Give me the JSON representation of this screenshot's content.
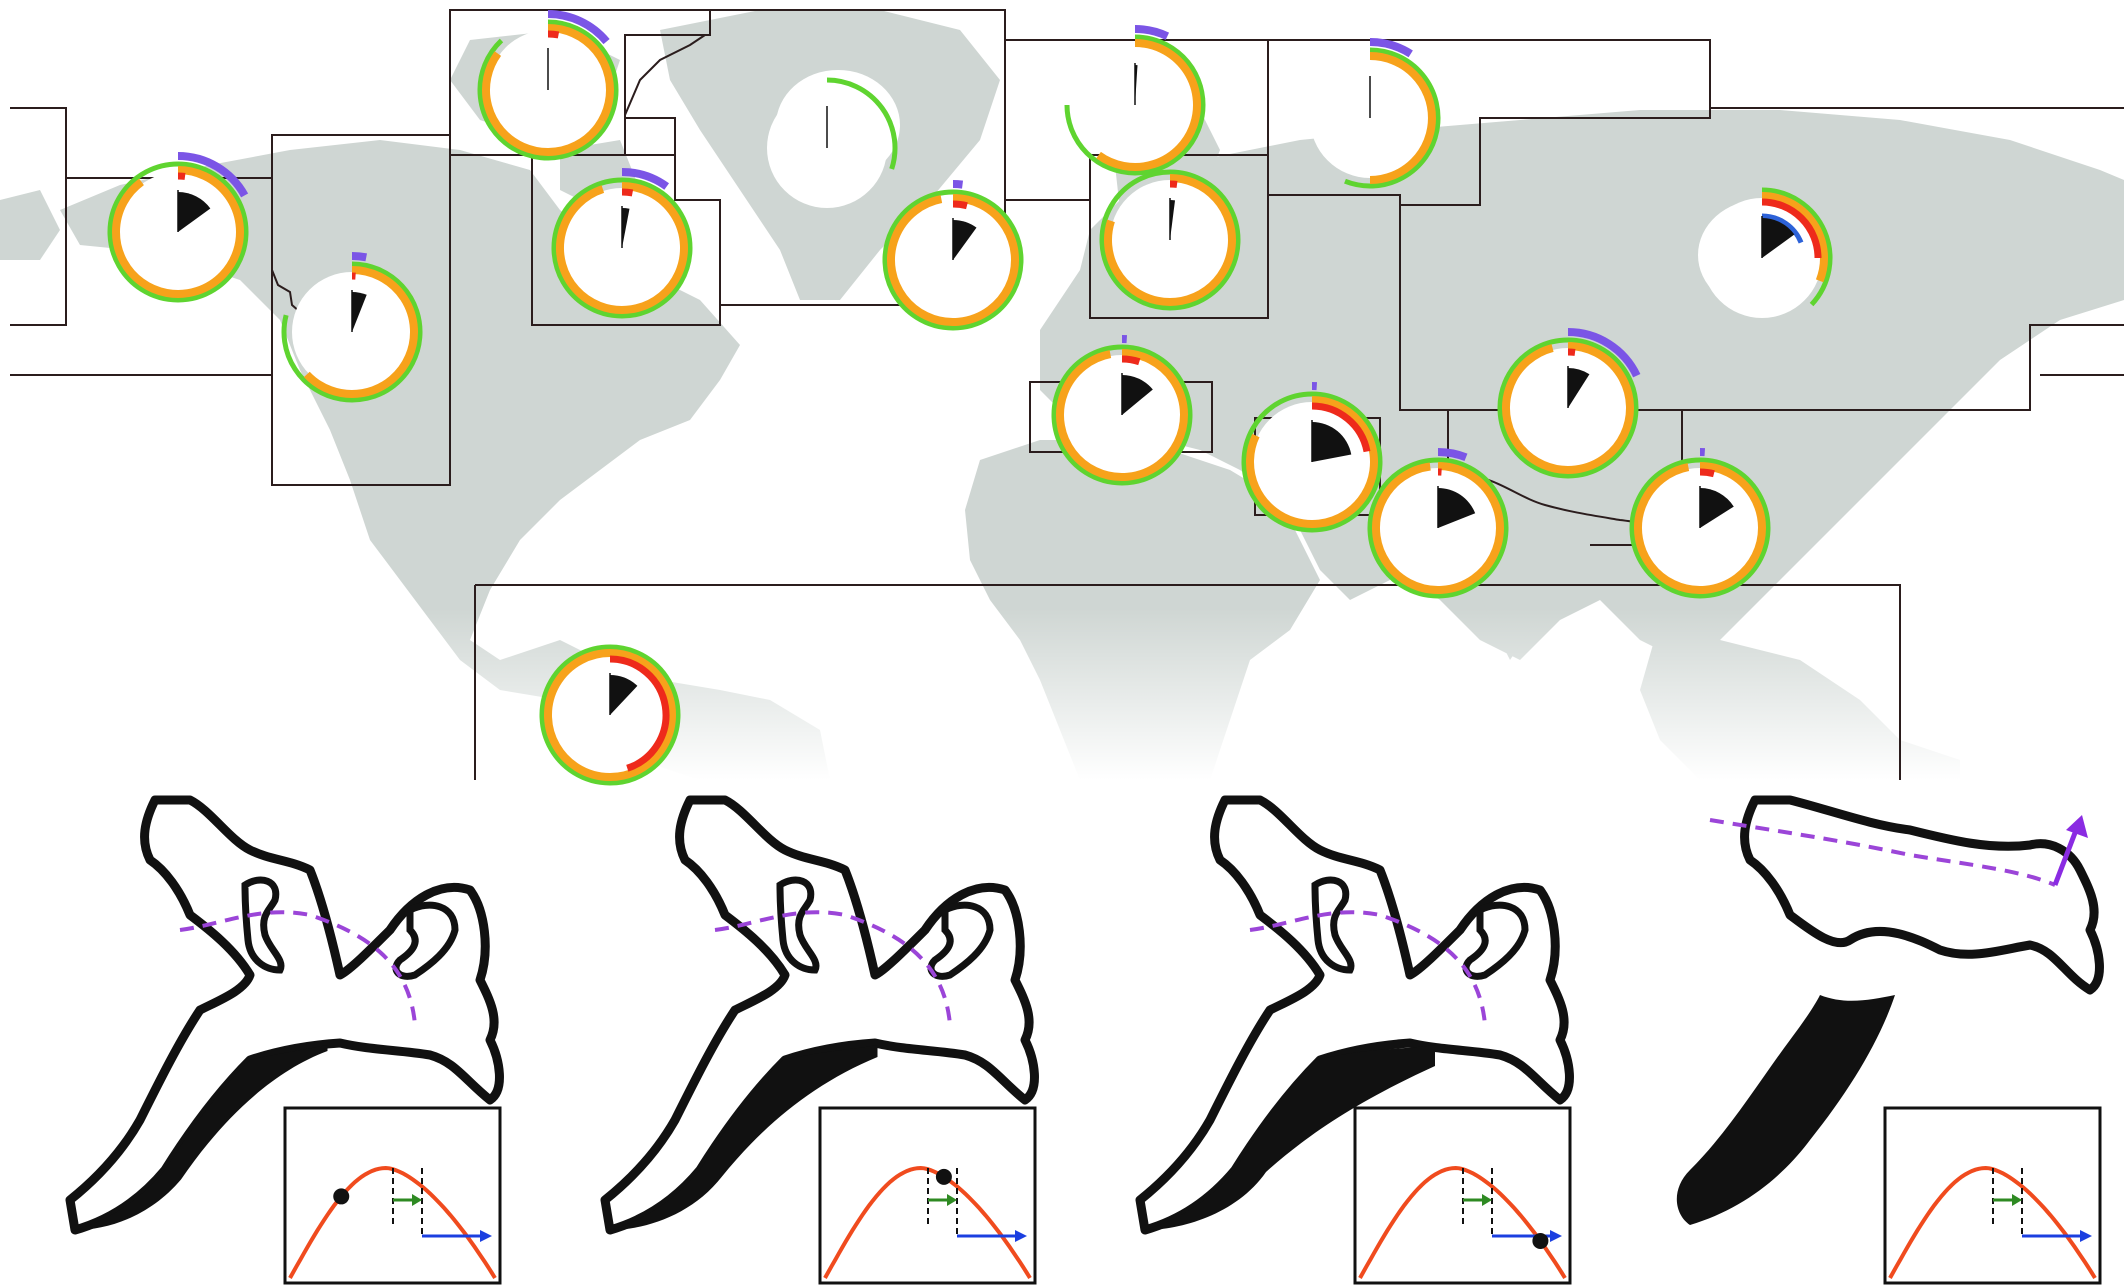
{
  "colors": {
    "land": "#cfd6d3",
    "region_border": "#2b1d1d",
    "ring_green": "#5fd430",
    "ring_orange": "#f7a21b",
    "ring_red": "#ee2a1b",
    "ring_purple": "#7b55e6",
    "ring_blue": "#2d62d8",
    "wedge": "#111111",
    "glacier": "#111111",
    "divide": "#9b45d8",
    "curve": "#f04b1e",
    "arrow_green": "#2e8a22",
    "arrow_blue": "#1b3fe0",
    "arrow_purple": "#8a2be2"
  },
  "icons": {
    "region_ring": "ring-chart-icon",
    "glacier": "glacier-outline-icon",
    "divide": "drainage-divide-dashed-line",
    "curve": "runoff-curve-icon"
  },
  "regions": [
    {
      "id": "alaska",
      "ring": {
        "green": 1.0,
        "orange": 0.9,
        "red": 0.02,
        "purple": 0.17,
        "blue": 0.0,
        "wedge": 0.15
      }
    },
    {
      "id": "western-canada",
      "ring": {
        "green": 0.79,
        "orange": 0.63,
        "red": 0.01,
        "purple": 0.03,
        "blue": 0.0,
        "wedge": 0.06
      }
    },
    {
      "id": "arctic-canada-n",
      "ring": {
        "green": 0.88,
        "orange": 0.85,
        "red": 0.03,
        "purple": 0.14,
        "blue": 0.0,
        "wedge": 0.0
      }
    },
    {
      "id": "arctic-canada-s",
      "ring": {
        "green": 1.0,
        "orange": 0.95,
        "red": 0.03,
        "purple": 0.1,
        "blue": 0.0,
        "wedge": 0.03
      }
    },
    {
      "id": "greenland",
      "ring": {
        "green": 0.3,
        "orange": 0.0,
        "red": 0.0,
        "purple": 0.0,
        "blue": 0.0,
        "wedge": 0.0
      }
    },
    {
      "id": "iceland",
      "ring": {
        "green": 1.0,
        "orange": 0.97,
        "red": 0.04,
        "purple": 0.02,
        "blue": 0.0,
        "wedge": 0.1
      }
    },
    {
      "id": "svalbard",
      "ring": {
        "green": 0.75,
        "orange": 0.6,
        "red": 0.0,
        "purple": 0.07,
        "blue": 0.0,
        "wedge": 0.01
      }
    },
    {
      "id": "scandinavia",
      "ring": {
        "green": 1.0,
        "orange": 0.8,
        "red": 0.02,
        "purple": 0.0,
        "blue": 0.0,
        "wedge": 0.02
      }
    },
    {
      "id": "russian-arctic",
      "ring": {
        "green": 0.56,
        "orange": 0.5,
        "red": 0.0,
        "purple": 0.09,
        "blue": 0.0,
        "wedge": 0.0
      }
    },
    {
      "id": "north-asia",
      "ring": {
        "green": 0.37,
        "orange": 0.31,
        "red": 0.25,
        "purple": 0.0,
        "blue": 0.19,
        "wedge": 0.15
      }
    },
    {
      "id": "central-europe",
      "ring": {
        "green": 1.0,
        "orange": 0.97,
        "red": 0.05,
        "purple": 0.01,
        "blue": 0.0,
        "wedge": 0.14
      }
    },
    {
      "id": "caucasus",
      "ring": {
        "green": 1.0,
        "orange": 0.82,
        "red": 0.22,
        "purple": 0.01,
        "blue": 0.0,
        "wedge": 0.22
      }
    },
    {
      "id": "central-asia",
      "ring": {
        "green": 1.0,
        "orange": 0.96,
        "red": 0.02,
        "purple": 0.18,
        "blue": 0.0,
        "wedge": 0.09
      }
    },
    {
      "id": "south-asia-w",
      "ring": {
        "green": 1.0,
        "orange": 0.98,
        "red": 0.01,
        "purple": 0.06,
        "blue": 0.0,
        "wedge": 0.19
      }
    },
    {
      "id": "south-asia-e",
      "ring": {
        "green": 1.0,
        "orange": 0.97,
        "red": 0.04,
        "purple": 0.01,
        "blue": 0.0,
        "wedge": 0.16
      }
    },
    {
      "id": "low-latitudes",
      "ring": {
        "green": 1.0,
        "orange": 1.0,
        "red": 0.45,
        "purple": 0.0,
        "blue": 0.0,
        "wedge": 0.12
      }
    }
  ],
  "stages": [
    {
      "id": "stage-1",
      "marker": 0.25,
      "fill": 0.05
    },
    {
      "id": "stage-2",
      "marker": 0.58,
      "fill": 0.35
    },
    {
      "id": "stage-3",
      "marker": 0.88,
      "fill": 0.8
    },
    {
      "id": "stage-4",
      "marker": null,
      "fill": 0.6
    }
  ]
}
